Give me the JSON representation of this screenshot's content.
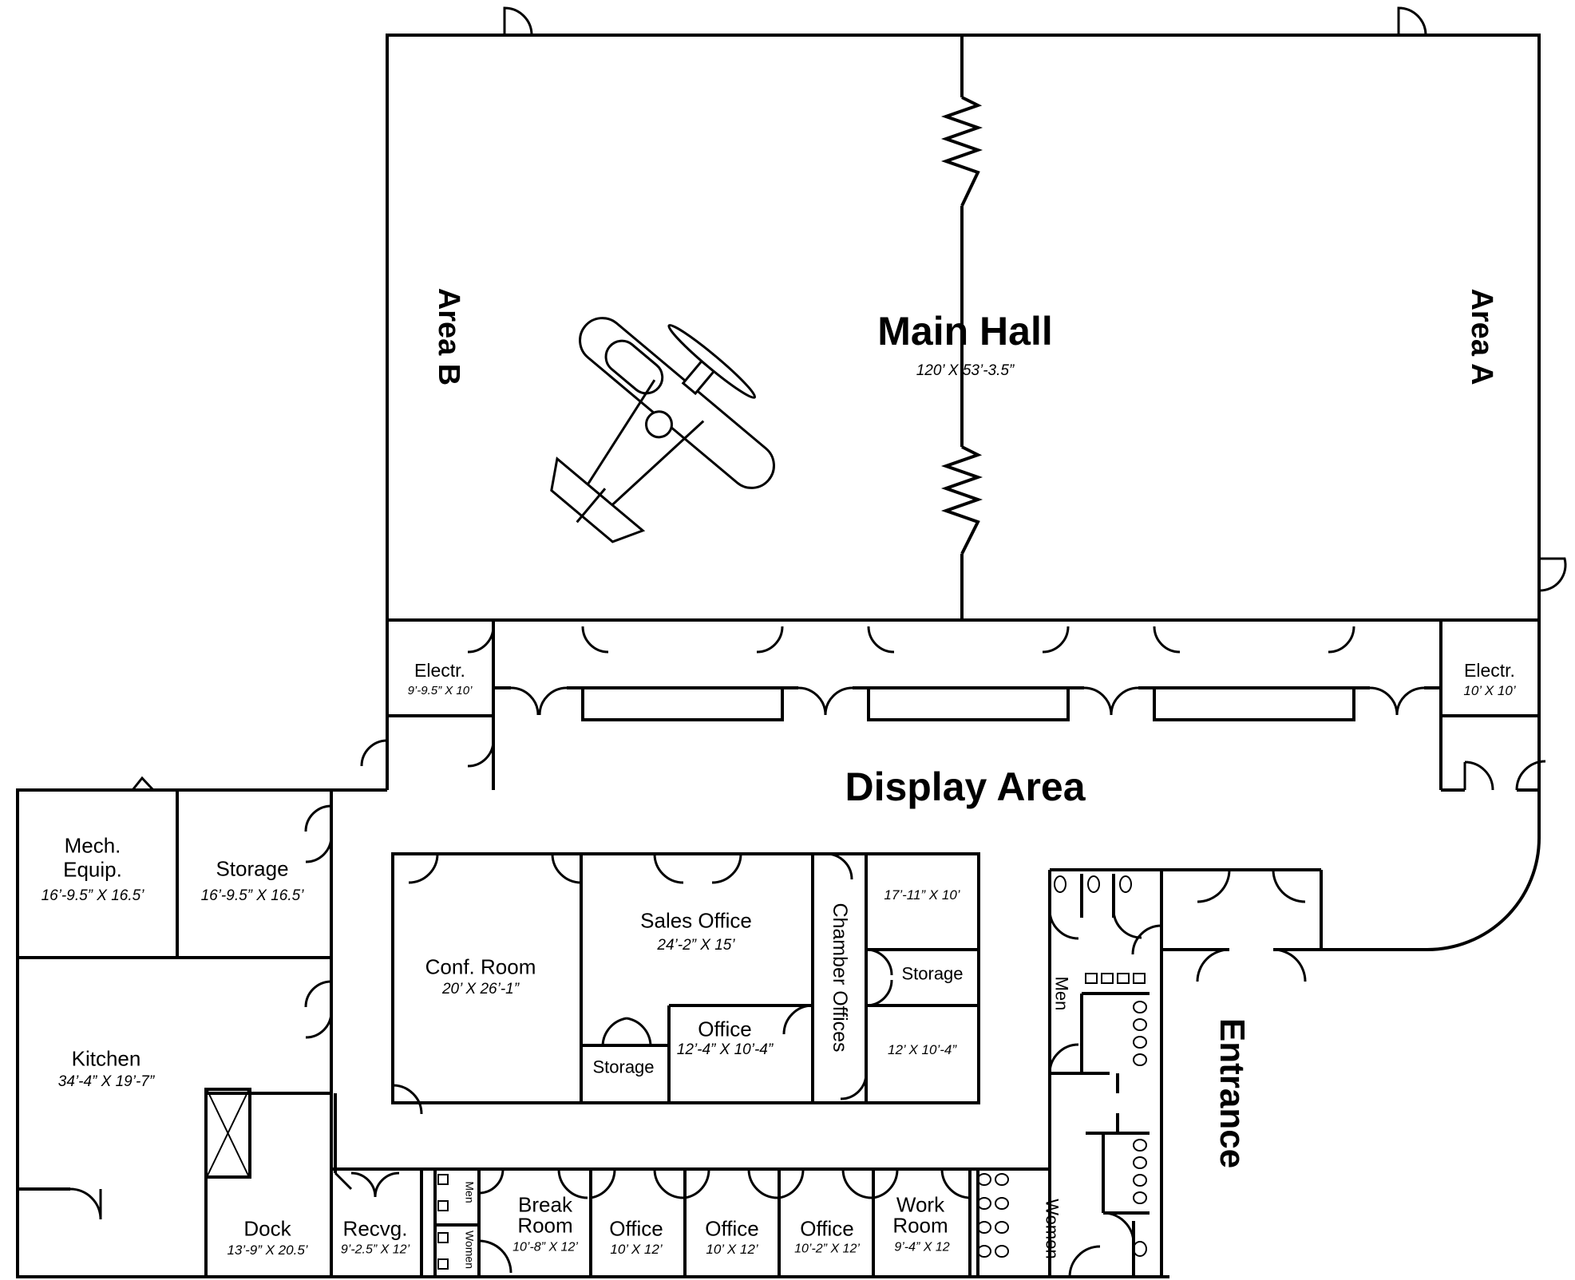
{
  "plan": {
    "main_hall": {
      "name": "Main Hall",
      "dims": "120’ X 53’-3.5”"
    },
    "area_a": "Area A",
    "area_b": "Area B",
    "display_area": "Display Area",
    "entrance": "Entrance",
    "rooms": [
      {
        "id": "electr-left",
        "name": "Electr.",
        "dims": "9’-9.5” X 10’"
      },
      {
        "id": "electr-right",
        "name": "Electr.",
        "dims": "10’ X 10’"
      },
      {
        "id": "mech-equip",
        "name": "Mech.\nEquip.",
        "dims": "16’-9.5” X 16.5’"
      },
      {
        "id": "storage-west",
        "name": "Storage",
        "dims": "16’-9.5” X 16.5’"
      },
      {
        "id": "kitchen",
        "name": "Kitchen",
        "dims": "34’-4” X 19’-7”"
      },
      {
        "id": "conf-room",
        "name": "Conf. Room",
        "dims": "20’ X 26’-1”"
      },
      {
        "id": "sales-office",
        "name": "Sales Office",
        "dims": "24’-2” X 15’"
      },
      {
        "id": "office-center",
        "name": "Office",
        "dims": "12’-4” X 10’-4”"
      },
      {
        "id": "storage-small",
        "name": "Storage",
        "dims": ""
      },
      {
        "id": "chamber-offices",
        "name": "Chamber Offices",
        "dims": ""
      },
      {
        "id": "chamber-top",
        "name": "",
        "dims": "17’-11” X 10’"
      },
      {
        "id": "storage-chamber",
        "name": "Storage",
        "dims": ""
      },
      {
        "id": "chamber-bottom",
        "name": "",
        "dims": "12’ X 10’-4”"
      },
      {
        "id": "dock",
        "name": "Dock",
        "dims": "13’-9” X 20.5’"
      },
      {
        "id": "recvg",
        "name": "Recvg.",
        "dims": "9’-2.5” X 12’"
      },
      {
        "id": "break-room",
        "name": "Break\nRoom",
        "dims": "10’-8” X 12’"
      },
      {
        "id": "office-1",
        "name": "Office",
        "dims": "10’ X 12’"
      },
      {
        "id": "office-2",
        "name": "Office",
        "dims": "10’ X 12’"
      },
      {
        "id": "office-3",
        "name": "Office",
        "dims": "10’-2” X 12’"
      },
      {
        "id": "work-room",
        "name": "Work\nRoom",
        "dims": "9’-4” X 12"
      },
      {
        "id": "men-restroom",
        "name": "Men",
        "dims": ""
      },
      {
        "id": "women-restroom",
        "name": "Women",
        "dims": ""
      },
      {
        "id": "men-small",
        "name": "Men",
        "dims": ""
      },
      {
        "id": "women-small",
        "name": "Women",
        "dims": ""
      }
    ]
  }
}
